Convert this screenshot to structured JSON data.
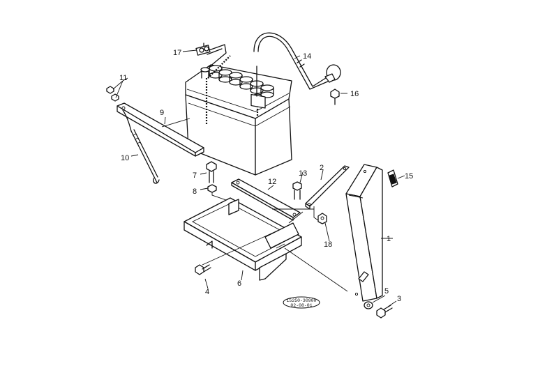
{
  "labels": {
    "p1": "1",
    "p2": "2",
    "p3": "3",
    "p4": "4",
    "p5": "5",
    "p6": "6",
    "p7": "7",
    "p8": "8",
    "p9": "9",
    "p10": "10",
    "p11": "11",
    "p12": "12",
    "p13": "13",
    "p14": "14",
    "p15": "15",
    "p16": "16",
    "p17": "17",
    "p18": "18"
  },
  "stamp": {
    "line1": "15250-30900",
    "line2": "02-08-01"
  }
}
